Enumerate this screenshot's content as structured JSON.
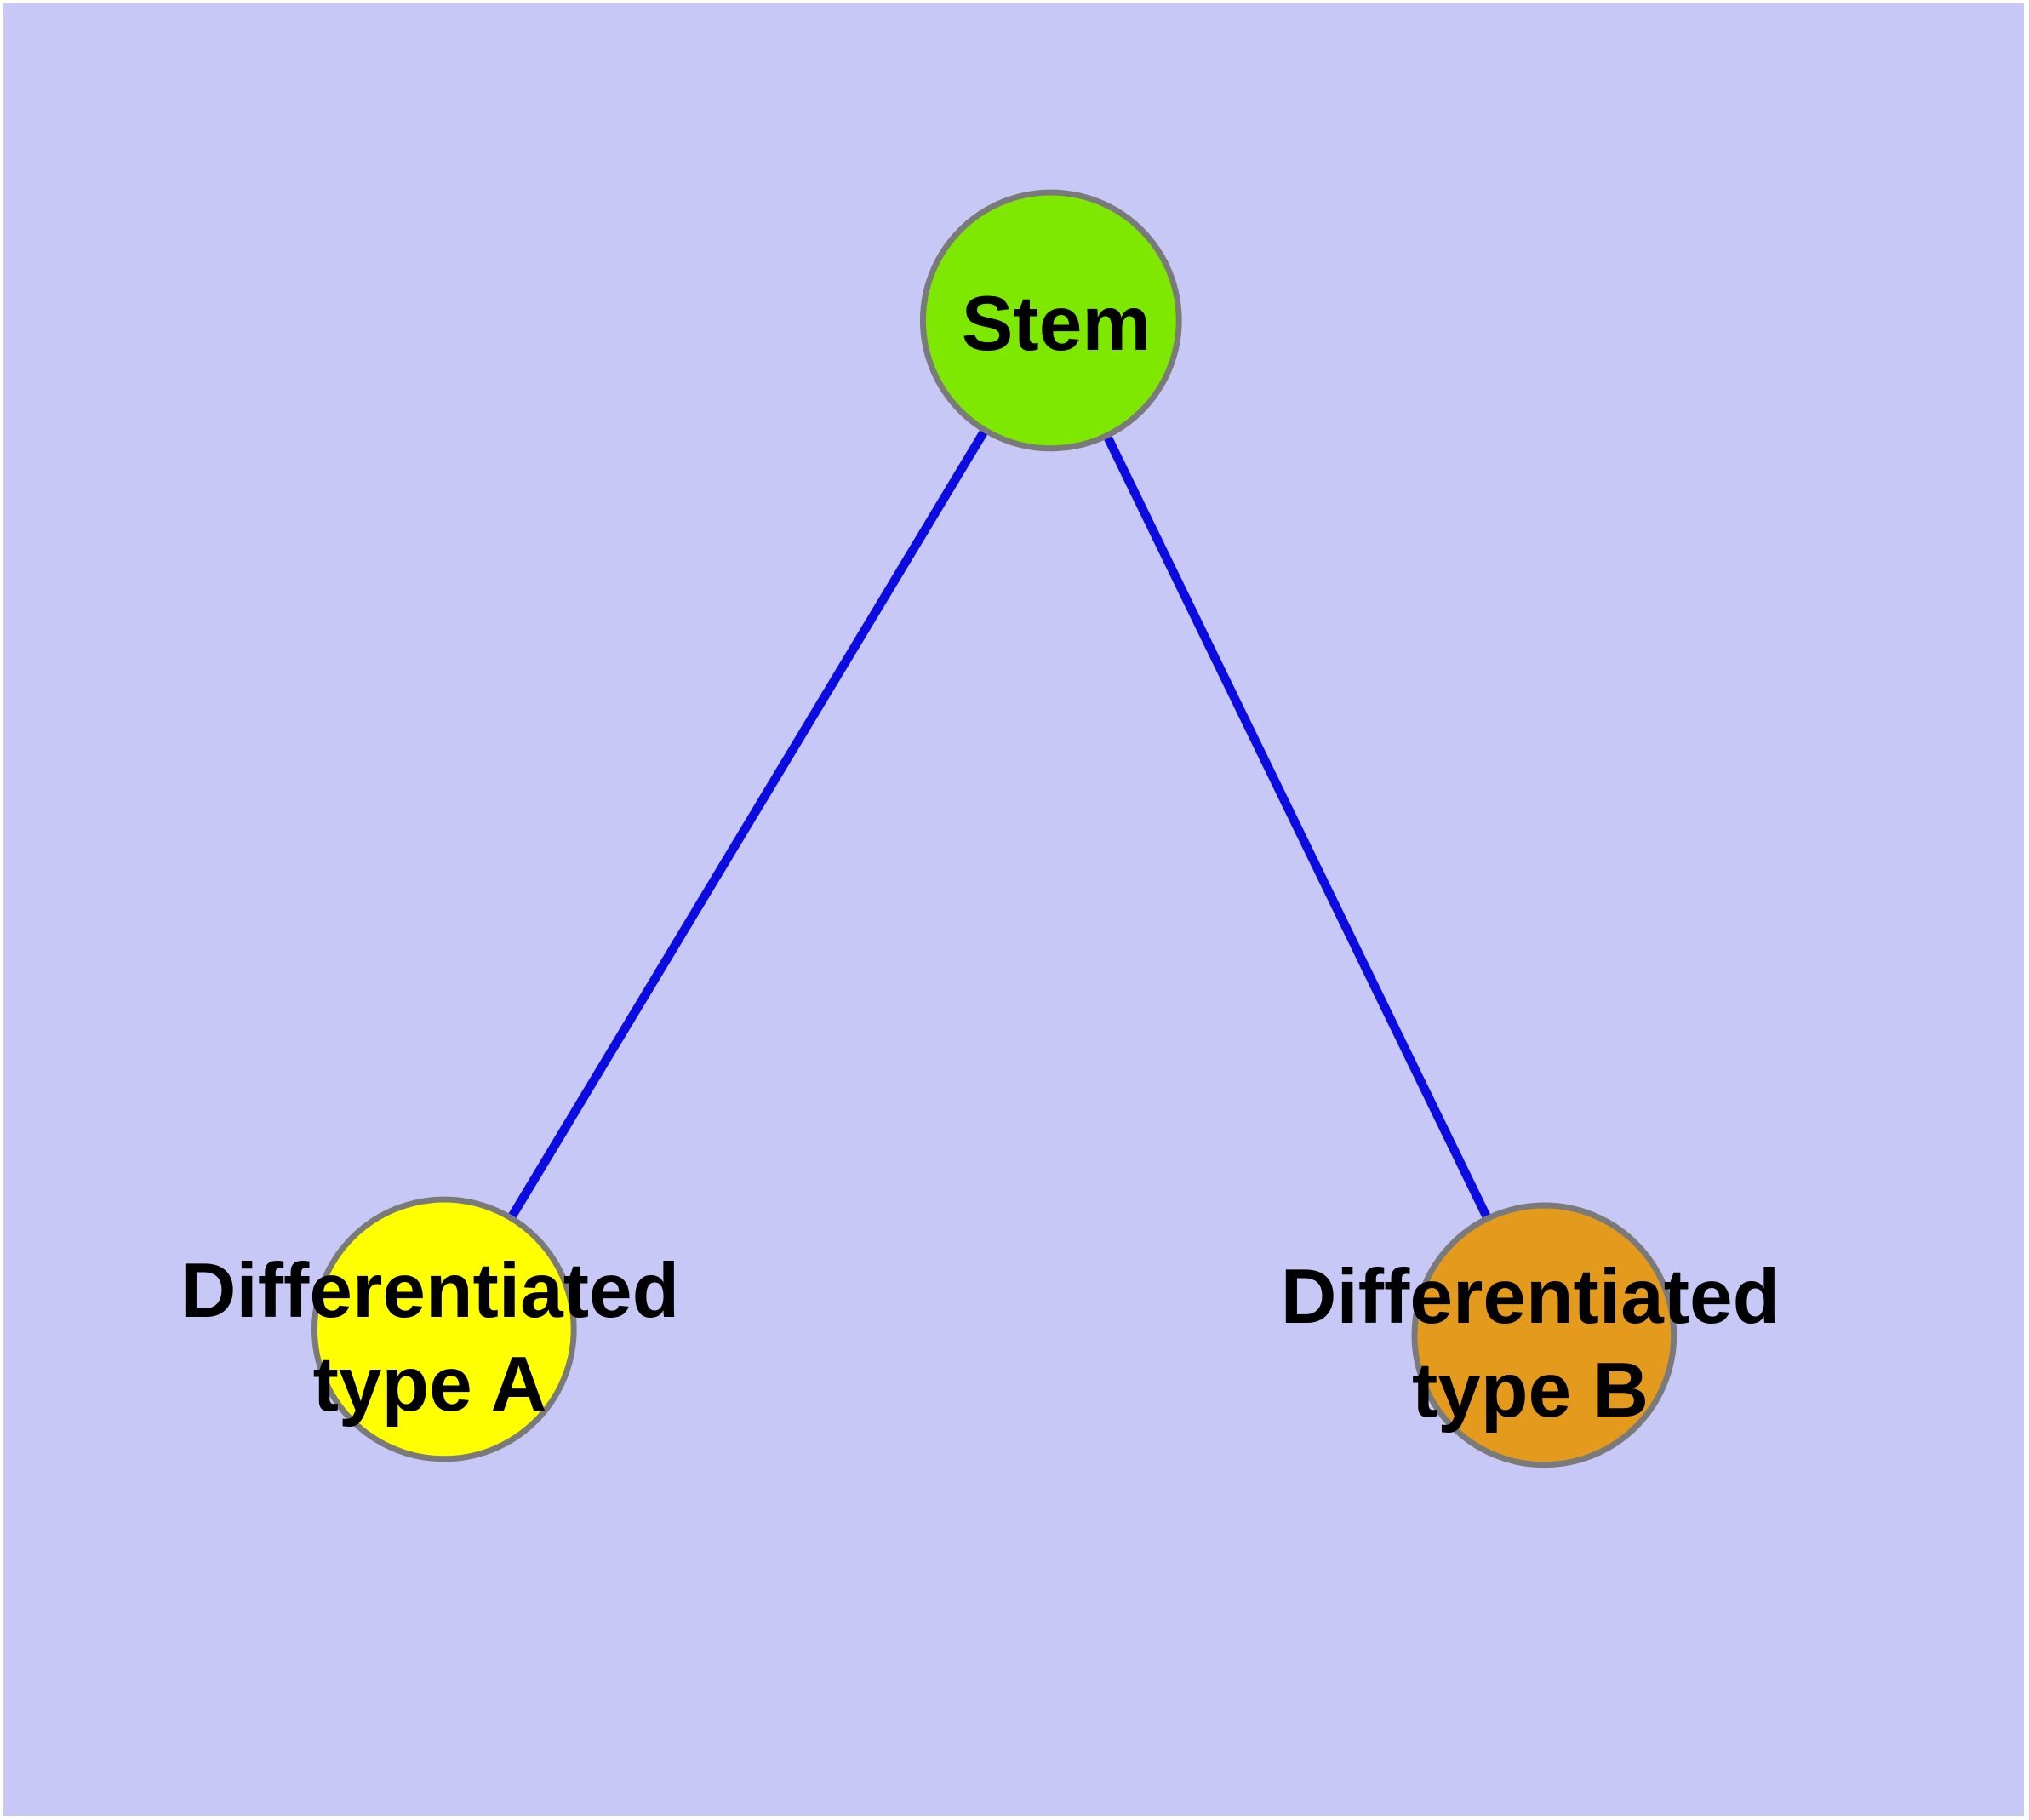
{
  "diagram": {
    "background_color": "#C8C8F6",
    "margin_color": "#FFFFFF",
    "edge_color": "#0C0CE0",
    "node_border_color": "#7A7A7A",
    "label_color": "#000000",
    "nodes": {
      "stem": {
        "label": "Stem",
        "color": "#7FE800"
      },
      "type_a": {
        "label": "Differentiated\ntype A",
        "color": "#FFFF00"
      },
      "type_b": {
        "label": "Differentiated\ntype B",
        "color": "#E49B1D"
      }
    },
    "edges": [
      {
        "from": "Stem",
        "to": "Differentiated type A"
      },
      {
        "from": "Stem",
        "to": "Differentiated type B"
      }
    ]
  }
}
